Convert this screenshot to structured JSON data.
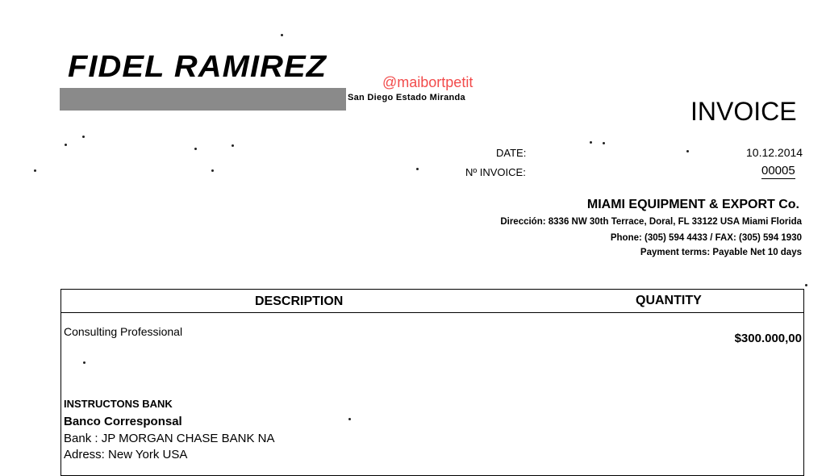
{
  "header": {
    "name": "FIDEL RAMIREZ",
    "location": "San Diego Estado Miranda",
    "watermark": "@maibortpetit",
    "title": "INVOICE"
  },
  "meta": {
    "date_label": "DATE:",
    "date_value": "10.12.2014",
    "invoice_label": "Nº INVOICE:",
    "invoice_value": "00005"
  },
  "company": {
    "name": "MIAMI EQUIPMENT & EXPORT Co.",
    "address": "Dirección: 8336 NW 30th Terrace, Doral, FL 33122 USA Miami Florida",
    "phone": "Phone: (305) 594 4433 / FAX: (305) 594 1930",
    "terms": "Payment terms: Payable Net 10 days"
  },
  "table": {
    "col_description": "DESCRIPTION",
    "col_quantity": "QUANTITY",
    "item_description": "Consulting Professional",
    "item_amount": "$300.000,00"
  },
  "bank": {
    "heading": "INSTRUCTONS BANK",
    "type": "Banco Corresponsal",
    "bank": "Bank : JP MORGAN CHASE BANK NA",
    "address": "Adress: New York USA"
  }
}
